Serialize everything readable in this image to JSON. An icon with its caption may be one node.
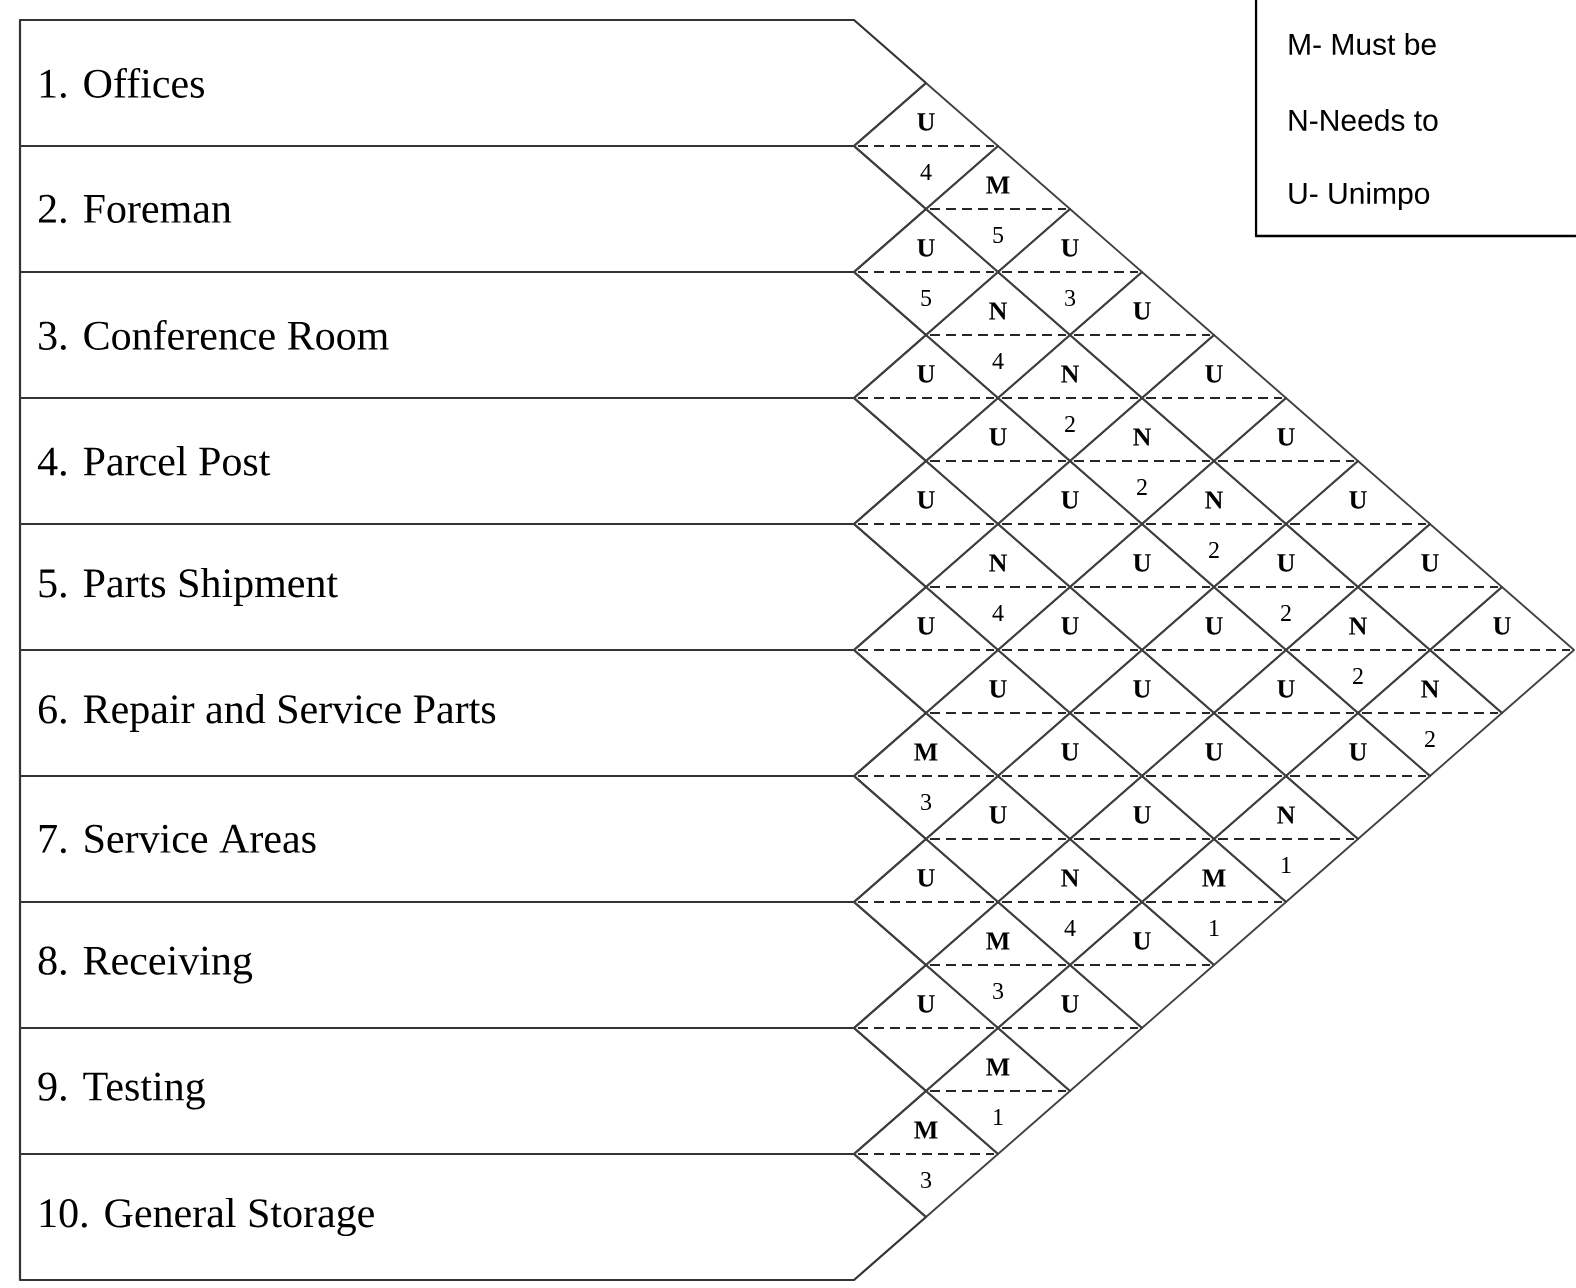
{
  "diagram": {
    "nodes": [
      {
        "text": [
          "1. Offices"
        ]
      },
      {
        "text": [
          "2. Foreman"
        ]
      },
      {
        "text": [
          "3. Conference Room"
        ]
      },
      {
        "text": [
          "4. Parcel Post"
        ]
      },
      {
        "text": [
          "5. Parts Shipment"
        ]
      },
      {
        "text": [
          "6. Repair and Service Parts"
        ]
      },
      {
        "text": [
          "7. Service Areas"
        ]
      },
      {
        "text": [
          "8. Receiving"
        ]
      },
      {
        "text": [
          "9. Testing"
        ]
      },
      {
        "text": [
          "10. General Storage"
        ]
      },
      {
        "text": [
          "U",
          "4"
        ]
      },
      {
        "text": [
          "M",
          "5"
        ]
      },
      {
        "text": [
          "U",
          "3"
        ]
      },
      {
        "text": [
          "U"
        ]
      },
      {
        "text": [
          "U"
        ]
      },
      {
        "text": [
          "U"
        ]
      },
      {
        "text": [
          "U"
        ]
      },
      {
        "text": [
          "U"
        ]
      },
      {
        "text": [
          "U"
        ]
      },
      {
        "text": [
          "U",
          "5"
        ]
      },
      {
        "text": [
          "N",
          "4"
        ]
      },
      {
        "text": [
          "N",
          "2"
        ]
      },
      {
        "text": [
          "N",
          "2"
        ]
      },
      {
        "text": [
          "N",
          "2"
        ]
      },
      {
        "text": [
          "U",
          "2"
        ]
      },
      {
        "text": [
          "N",
          "2"
        ]
      },
      {
        "text": [
          "N",
          "2"
        ]
      },
      {
        "text": [
          "U"
        ]
      },
      {
        "text": [
          "U"
        ]
      },
      {
        "text": [
          "U"
        ]
      },
      {
        "text": [
          "U"
        ]
      },
      {
        "text": [
          "U"
        ]
      },
      {
        "text": [
          "U"
        ]
      },
      {
        "text": [
          "U"
        ]
      },
      {
        "text": [
          "U"
        ]
      },
      {
        "text": [
          "N",
          "4"
        ]
      },
      {
        "text": [
          "U"
        ]
      },
      {
        "text": [
          "U"
        ]
      },
      {
        "text": [
          "U"
        ]
      },
      {
        "text": [
          "N",
          "1"
        ]
      },
      {
        "text": [
          "U"
        ]
      },
      {
        "text": [
          "U"
        ]
      },
      {
        "text": [
          "U"
        ]
      },
      {
        "text": [
          "U"
        ]
      },
      {
        "text": [
          "M",
          "1"
        ]
      },
      {
        "text": [
          "M",
          "3"
        ]
      },
      {
        "text": [
          "U"
        ]
      },
      {
        "text": [
          "N",
          "4"
        ]
      },
      {
        "text": [
          "U"
        ]
      },
      {
        "text": [
          "U"
        ]
      },
      {
        "text": [
          "M",
          "3"
        ]
      },
      {
        "text": [
          "U"
        ]
      },
      {
        "text": [
          "U"
        ]
      },
      {
        "text": [
          "M",
          "1"
        ]
      },
      {
        "text": [
          "M",
          "3"
        ]
      }
    ],
    "legend": [
      {
        "text": "M- Must be"
      },
      {
        "text": "N-Needs to"
      },
      {
        "text": "U- Unimpo"
      }
    ]
  }
}
